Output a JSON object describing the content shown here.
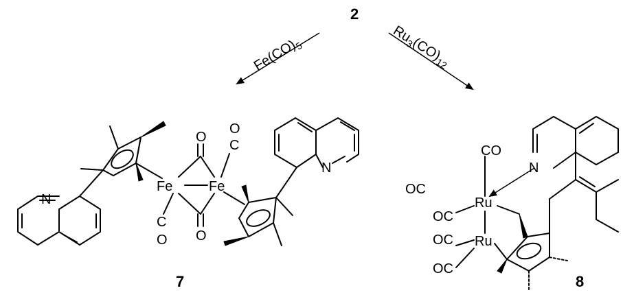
{
  "compounds": {
    "start": "2",
    "iron": "7",
    "ruthenium": "8"
  },
  "reagents": {
    "iron": {
      "main": "Fe(CO)",
      "sub": "5"
    },
    "ruthenium": {
      "a": "Ru",
      "s1": "3",
      "b": "(CO)",
      "s2": "12"
    }
  },
  "atoms": {
    "N": "N",
    "Fe": "Fe",
    "Ru": "Ru",
    "O": "O",
    "C": "C",
    "CO": "CO",
    "OC": "OC"
  }
}
